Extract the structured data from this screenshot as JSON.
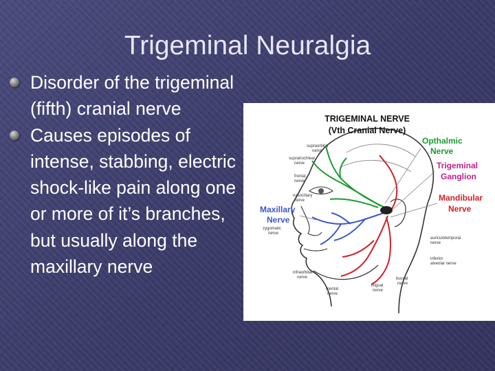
{
  "slide": {
    "title": "Trigeminal Neuralgia",
    "bullets": [
      "Disorder of the trigeminal (fifth) cranial nerve",
      "Causes episodes of intense, stabbing, electric shock-like pain along one or more of it’s branches, but usually along the maxillary nerve"
    ]
  },
  "diagram": {
    "title_line1": "TRIGEMINAL NERVE",
    "title_line2": "(Vth Cranial Nerve)",
    "labels": {
      "opthalmic_1": "Opthalmic",
      "opthalmic_2": "Nerve",
      "ganglion_1": "Trigeminal",
      "ganglion_2": "Ganglion",
      "mandibular_1": "Mandibular",
      "mandibular_2": "Nerve",
      "maxillary_1": "Maxillary",
      "maxillary_2": "Nerve"
    },
    "small_labels": {
      "supraorbital_1": "supraorbital",
      "supraorbital_2": "nerve",
      "supratrochlear_1": "supratrochlear",
      "supratrochlear_2": "nerve",
      "frontal_1": "frontal",
      "frontal_2": "nerve",
      "nasociliary_1": "nasociliary",
      "nasociliary_2": "nerve",
      "zygomatic_1": "zygomatic",
      "zygomatic_2": "nerve",
      "infraorbital_1": "infraorbital",
      "infraorbital_2": "nerve",
      "mental_1": "mental",
      "mental_2": "nerve",
      "lingual_1": "lingual",
      "lingual_2": "nerve",
      "buccal_1": "buccal",
      "buccal_2": "nerve",
      "inferior_alveolar_1": "inferior",
      "inferior_alveolar_2": "alveolar nerve",
      "auriculotemporal_1": "auriculotemporal",
      "auriculotemporal_2": "nerve"
    },
    "colors": {
      "opthalmic": "#1a9b2f",
      "maxillary": "#3b57c9",
      "mandibular": "#d21f27",
      "ganglion": "#c2208c",
      "outline": "#333333"
    }
  }
}
